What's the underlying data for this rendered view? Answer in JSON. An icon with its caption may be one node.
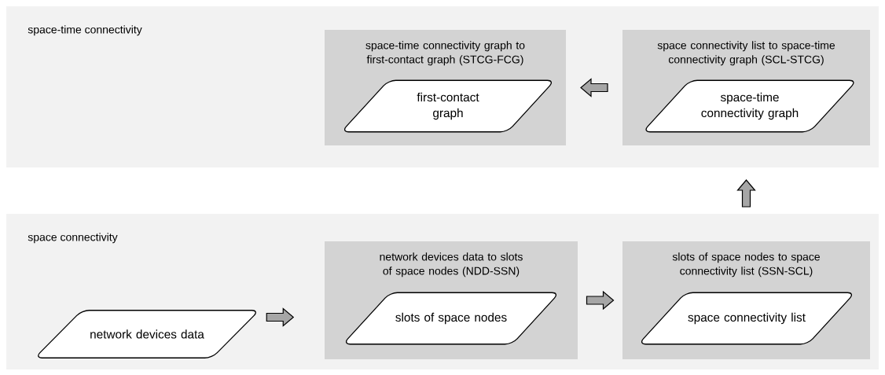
{
  "diagram": {
    "nodes": [
      {
        "text": [
          "space-time connectivity"
        ]
      },
      {
        "text": [
          "space-time connectivity graph to first-contact graph (STCG-FCG)"
        ],
        "in": 0
      },
      {
        "text": [
          "first-contact graph"
        ],
        "in": 1
      },
      {
        "text": [
          "space connectivity list to space-time connectivity graph (SCL-STCG)"
        ],
        "in": 0
      },
      {
        "text": [
          "space-time connectivity graph"
        ],
        "in": 3
      },
      {
        "text": [
          "space connectivity"
        ]
      },
      {
        "text": [
          "network devices data"
        ],
        "in": 5
      },
      {
        "text": [
          "network devices data to slots of space nodes (NDD-SSN)"
        ],
        "in": 5
      },
      {
        "text": [
          "slots of space nodes"
        ],
        "in": 7
      },
      {
        "text": [
          "slots of space nodes to space connectivity list (SSN-SCL)"
        ],
        "in": 5
      },
      {
        "text": [
          "space connectivity list"
        ],
        "in": 9
      }
    ],
    "edges": [
      {
        "from": 6,
        "to": 7,
        "arrow": "to"
      },
      {
        "from": 7,
        "to": 9,
        "arrow": "to"
      },
      {
        "from": 9,
        "to": 3,
        "arrow": "to"
      },
      {
        "from": 3,
        "to": 1,
        "arrow": "to"
      }
    ]
  }
}
